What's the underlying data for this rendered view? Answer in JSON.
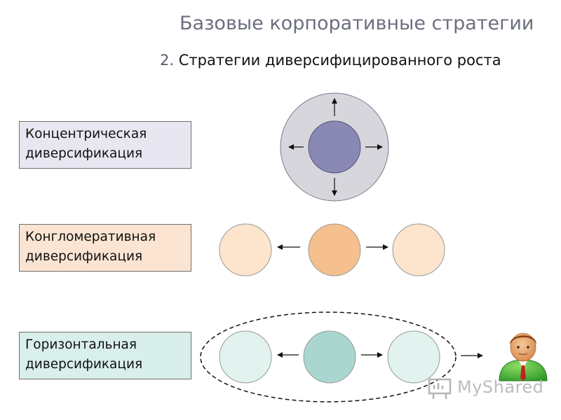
{
  "slide": {
    "title": "Базовые корпоративные стратегии",
    "subtitle_number": "2.",
    "subtitle_text": "Стратегии диверсифицированного роста"
  },
  "strategies": [
    {
      "line1": "Концентрическая",
      "line2": "диверсификация",
      "fill": "#e8e6f0"
    },
    {
      "line1": "Конгломеративная",
      "line2": "диверсификация",
      "fill": "#fbe5d2"
    },
    {
      "line1": "Горизонтальная",
      "line2": "диверсификация",
      "fill": "#d8efec"
    }
  ],
  "colors": {
    "concentric_outer": "#d6d6dc",
    "concentric_inner": "#8a88b4",
    "conglomerate_outer": "#fce5cc",
    "conglomerate_center": "#f5c08e",
    "horizontal_outer": "#e2f3ef",
    "horizontal_center": "#a9d7cf"
  },
  "icons": {
    "person": "person-icon",
    "watermark_logo": "myshared-logo-icon"
  },
  "watermark": {
    "text": "MyShared"
  }
}
